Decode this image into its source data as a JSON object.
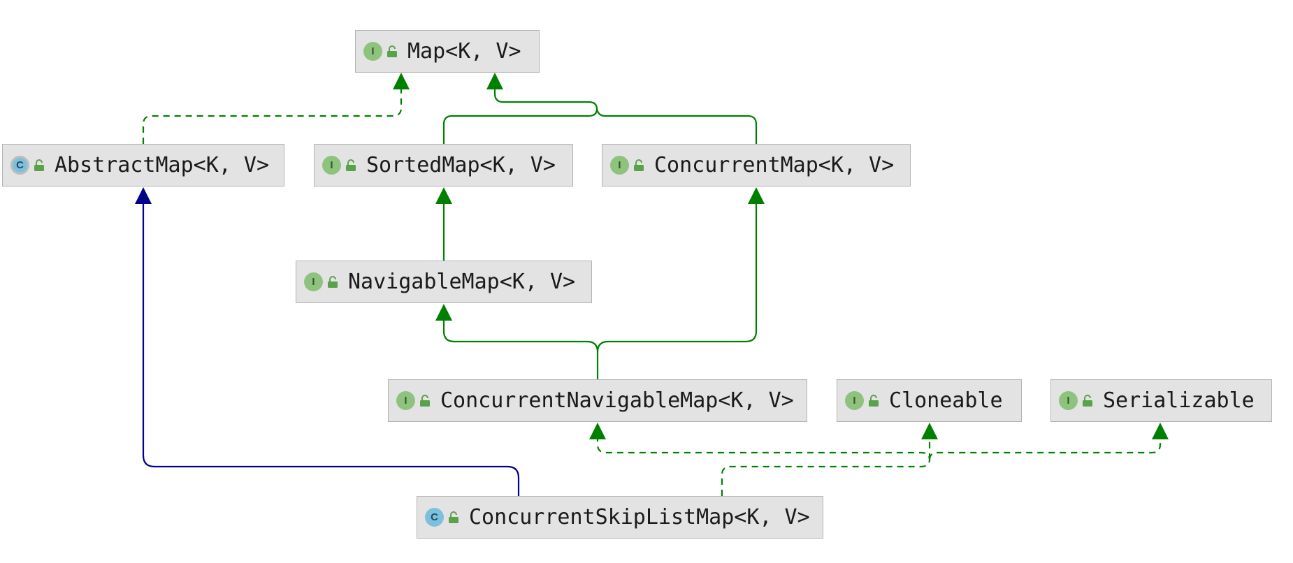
{
  "colors": {
    "extends_edge": "#00008b",
    "implements_edge": "#008000",
    "node_fill": "#e3e3e3",
    "node_border": "#b3b3b3",
    "interface_badge": "#8fc27f",
    "class_badge": "#7ec0dc",
    "lock_icon": "#5aa24a"
  },
  "nodes": {
    "map": {
      "label": "Map<K, V>",
      "badge": "I",
      "kind": "interface"
    },
    "abstractmap": {
      "label": "AbstractMap<K, V>",
      "badge": "C",
      "kind": "abstract-class"
    },
    "sortedmap": {
      "label": "SortedMap<K, V>",
      "badge": "I",
      "kind": "interface"
    },
    "concurrentmap": {
      "label": "ConcurrentMap<K, V>",
      "badge": "I",
      "kind": "interface"
    },
    "navigablemap": {
      "label": "NavigableMap<K, V>",
      "badge": "I",
      "kind": "interface"
    },
    "concurrentnavigablemap": {
      "label": "ConcurrentNavigableMap<K, V>",
      "badge": "I",
      "kind": "interface"
    },
    "cloneable": {
      "label": "Cloneable",
      "badge": "I",
      "kind": "interface"
    },
    "serializable": {
      "label": "Serializable",
      "badge": "I",
      "kind": "interface"
    },
    "concurrentskiplistmap": {
      "label": "ConcurrentSkipListMap<K, V>",
      "badge": "C",
      "kind": "class"
    }
  },
  "edges": [
    {
      "from": "abstractmap",
      "to": "map",
      "style": "dashed",
      "kind": "implements"
    },
    {
      "from": "sortedmap",
      "to": "map",
      "style": "solid",
      "kind": "extends"
    },
    {
      "from": "concurrentmap",
      "to": "map",
      "style": "solid",
      "kind": "extends"
    },
    {
      "from": "navigablemap",
      "to": "sortedmap",
      "style": "solid",
      "kind": "extends"
    },
    {
      "from": "concurrentnavigablemap",
      "to": "navigablemap",
      "style": "solid",
      "kind": "extends"
    },
    {
      "from": "concurrentnavigablemap",
      "to": "concurrentmap",
      "style": "solid",
      "kind": "extends"
    },
    {
      "from": "concurrentskiplistmap",
      "to": "abstractmap",
      "style": "solid",
      "kind": "extends-class"
    },
    {
      "from": "concurrentskiplistmap",
      "to": "concurrentnavigablemap",
      "style": "dashed",
      "kind": "implements"
    },
    {
      "from": "concurrentskiplistmap",
      "to": "cloneable",
      "style": "dashed",
      "kind": "implements"
    },
    {
      "from": "concurrentskiplistmap",
      "to": "serializable",
      "style": "dashed",
      "kind": "implements"
    }
  ]
}
